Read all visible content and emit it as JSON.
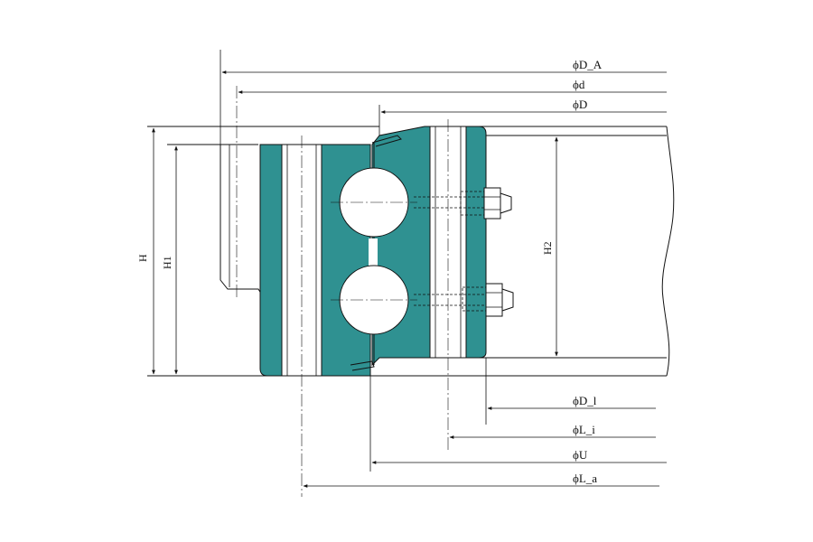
{
  "colors": {
    "section_fill": "#2f9191",
    "line": "#111111",
    "background": "#ffffff"
  },
  "dimensions": {
    "top": [
      {
        "id": "DA",
        "label": "ϕD_A"
      },
      {
        "id": "d",
        "label": "ϕd"
      },
      {
        "id": "D",
        "label": "ϕD"
      }
    ],
    "bottom": [
      {
        "id": "Dl",
        "label": "ϕD_l"
      },
      {
        "id": "Li",
        "label": "ϕL_i"
      },
      {
        "id": "U",
        "label": "ϕU"
      },
      {
        "id": "La",
        "label": "ϕL_a"
      }
    ],
    "vertical": [
      {
        "id": "H",
        "label": "H"
      },
      {
        "id": "H1",
        "label": "H1"
      },
      {
        "id": "H2",
        "label": "H2"
      }
    ]
  }
}
